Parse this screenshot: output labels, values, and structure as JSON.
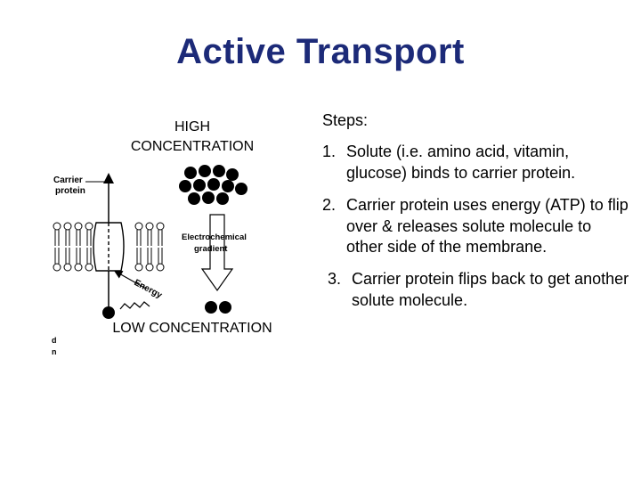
{
  "slide": {
    "title": "Active Transport",
    "high_label": "HIGH CONCENTRATION",
    "low_label": "LOW CONCENTRATION"
  },
  "figure": {
    "carrier_label_line1": "Carrier",
    "carrier_label_line2": "protein",
    "gradient_label_line1": "Electrochemical",
    "gradient_label_line2": "gradient",
    "energy_label": "Energy",
    "edge_fragment_1": "d",
    "edge_fragment_2": "n"
  },
  "steps": {
    "heading": "Steps:",
    "items": [
      {
        "num": "1.",
        "text": "Solute (i.e. amino acid, vitamin, glucose) binds to carrier protein."
      },
      {
        "num": "2.",
        "text": "Carrier protein uses energy (ATP) to flip over & releases solute molecule to other side of the membrane."
      },
      {
        "num": "3.",
        "text": "Carrier protein flips back to get another solute molecule."
      }
    ]
  },
  "colors": {
    "title": "#1c2a78",
    "ink": "#000000",
    "background": "#ffffff"
  }
}
